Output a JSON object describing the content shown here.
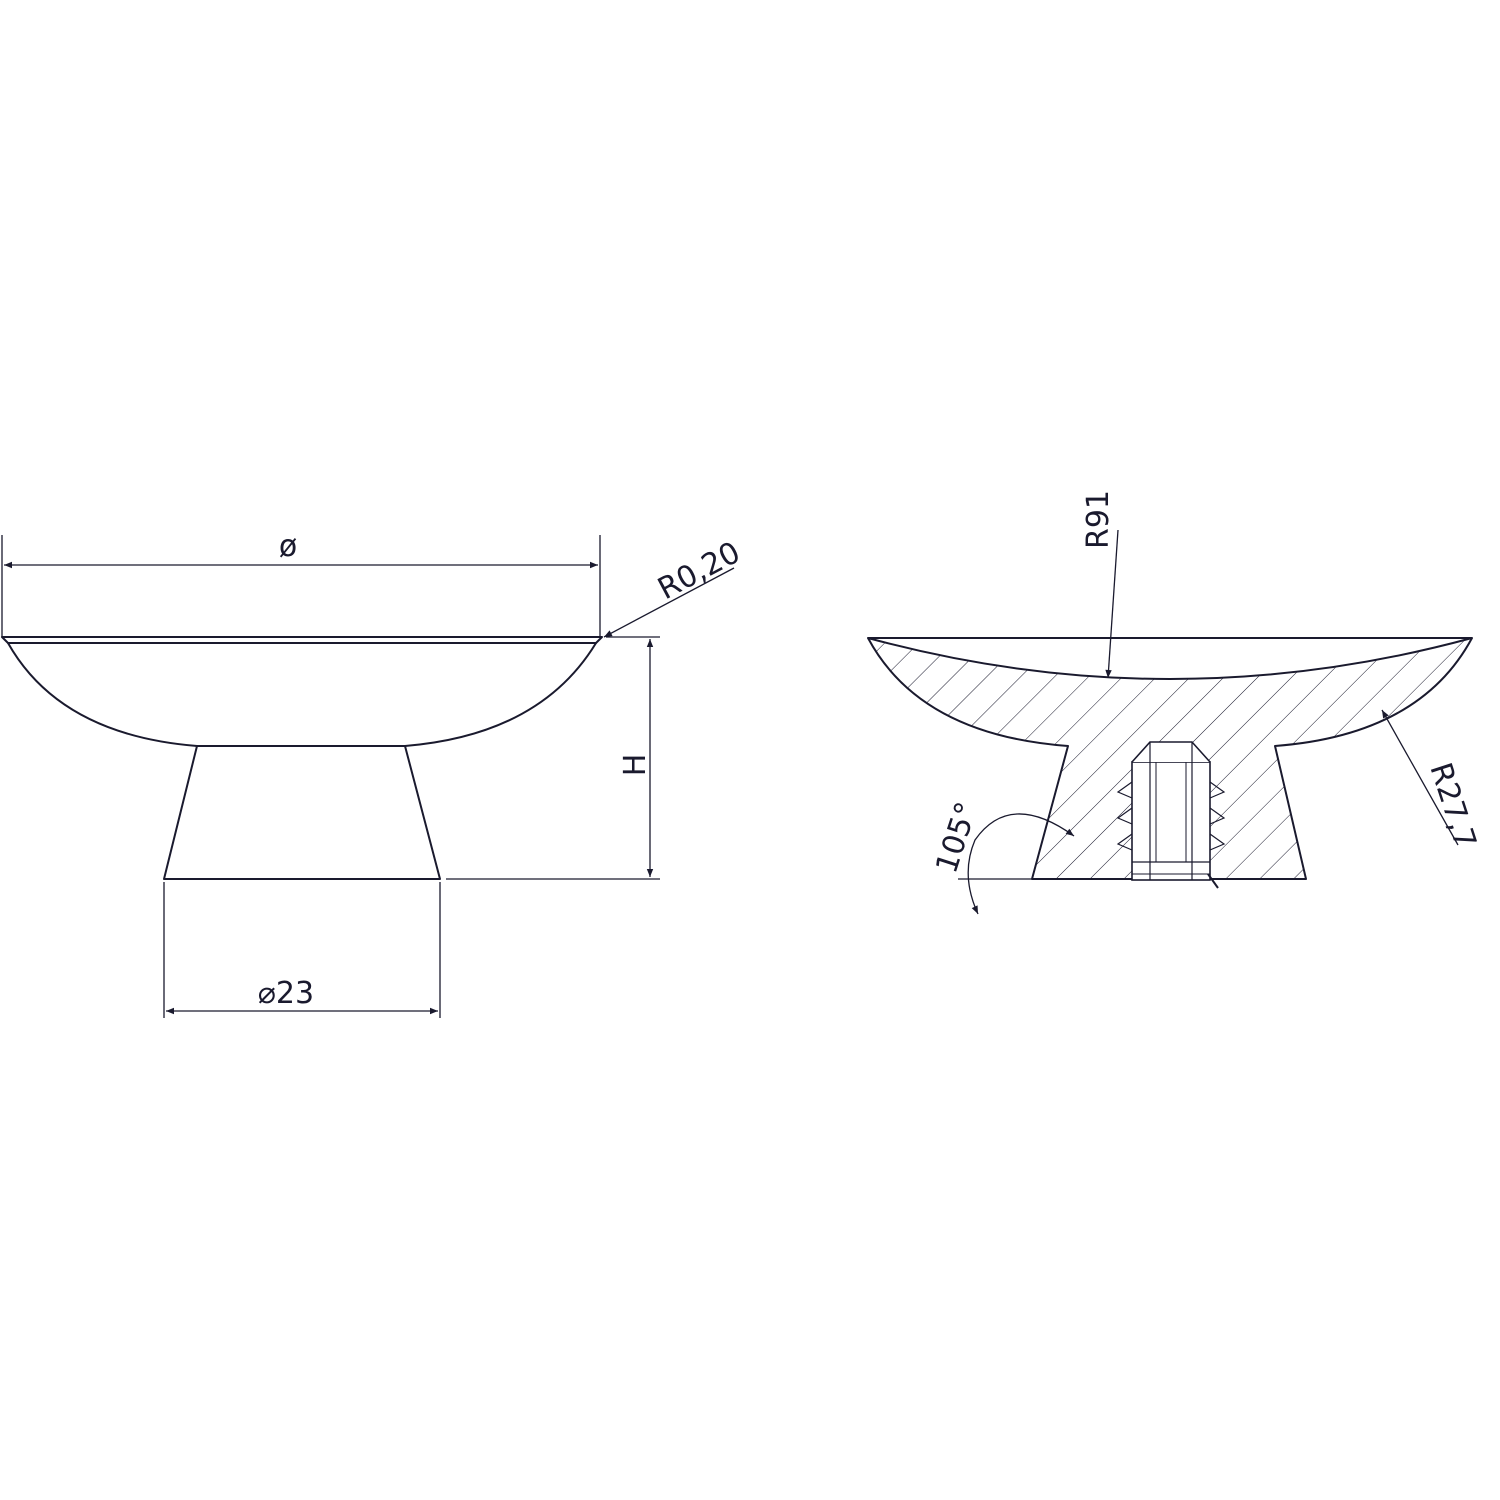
{
  "drawing": {
    "line_color": "#1a1a2e",
    "background": "#ffffff",
    "side_view": {
      "diameter_label": "ø",
      "edge_radius_label": "R0,20",
      "height_label": "H",
      "base_diameter_label": "⌀23"
    },
    "section_view": {
      "top_radius_label": "R91",
      "side_radius_label": "R27,7",
      "angle_label": "105°"
    }
  }
}
